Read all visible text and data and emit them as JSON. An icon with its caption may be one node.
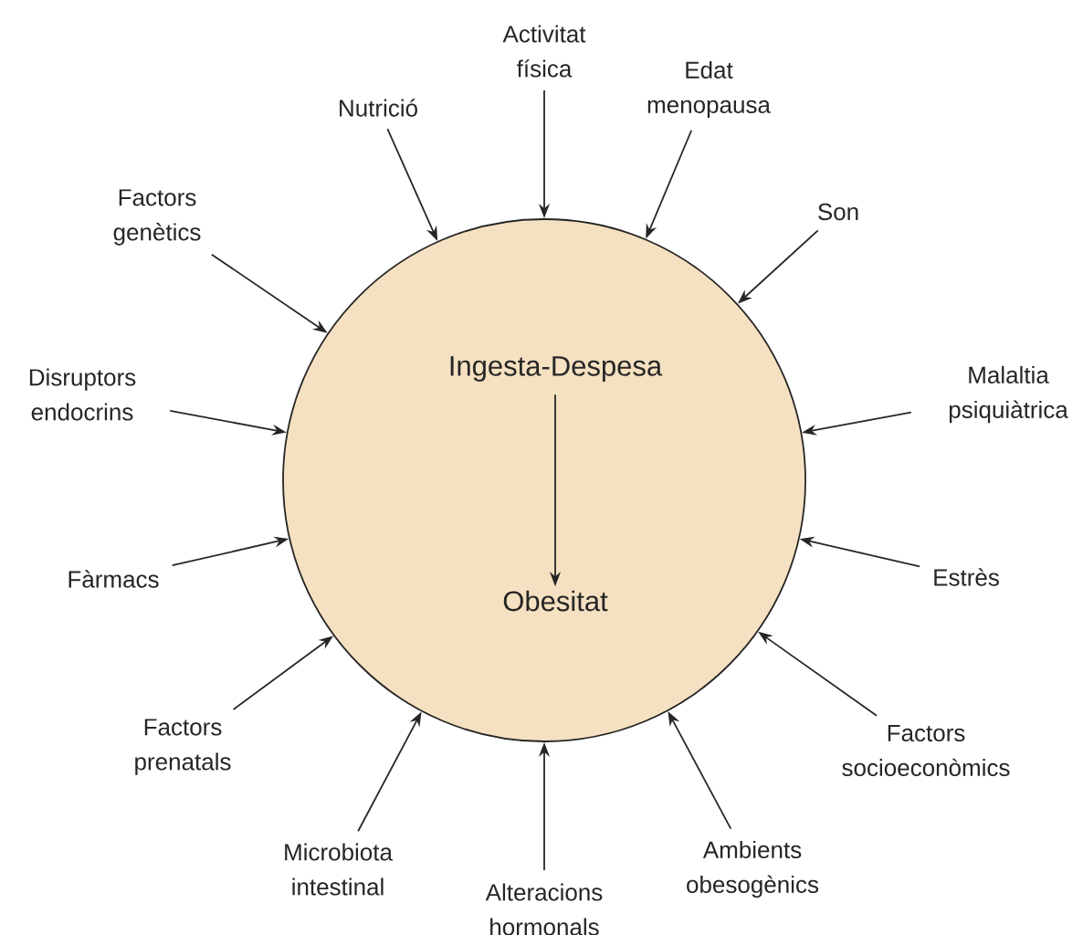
{
  "diagram": {
    "nodes": [
      {
        "text": [],
        "shape": "circle"
      },
      {
        "text": [
          "Ingesta-Despesa"
        ],
        "in": 0
      },
      {
        "text": [
          "Obesitat"
        ],
        "in": 0
      },
      {
        "text": [
          "Activitat física"
        ]
      },
      {
        "text": [
          "Nutrició"
        ]
      },
      {
        "text": [
          "Edat menopausa"
        ]
      },
      {
        "text": [
          "Factors genètics"
        ]
      },
      {
        "text": [
          "Son"
        ]
      },
      {
        "text": [
          "Disruptors endocrins"
        ]
      },
      {
        "text": [
          "Malaltia psiquiàtrica"
        ]
      },
      {
        "text": [
          "Fàrmacs"
        ]
      },
      {
        "text": [
          "Estrès"
        ]
      },
      {
        "text": [
          "Factors prenatals"
        ]
      },
      {
        "text": [
          "Factors socioeconòmics"
        ]
      },
      {
        "text": [
          "Microbiota intestinal"
        ]
      },
      {
        "text": [
          "Ambients obesogènics"
        ]
      },
      {
        "text": [
          "Alteracions hormonals"
        ]
      }
    ],
    "edges": [
      {
        "from": 1,
        "to": 2,
        "arrow": "to"
      },
      {
        "from": 3,
        "to": 0,
        "arrow": "to"
      },
      {
        "from": 4,
        "to": 0,
        "arrow": "to"
      },
      {
        "from": 5,
        "to": 0,
        "arrow": "to"
      },
      {
        "from": 6,
        "to": 0,
        "arrow": "to"
      },
      {
        "from": 7,
        "to": 0,
        "arrow": "to"
      },
      {
        "from": 8,
        "to": 0,
        "arrow": "to"
      },
      {
        "from": 9,
        "to": 0,
        "arrow": "to"
      },
      {
        "from": 10,
        "to": 0,
        "arrow": "to"
      },
      {
        "from": 11,
        "to": 0,
        "arrow": "to"
      },
      {
        "from": 12,
        "to": 0,
        "arrow": "to"
      },
      {
        "from": 13,
        "to": 0,
        "arrow": "to"
      },
      {
        "from": 14,
        "to": 0,
        "arrow": "to"
      },
      {
        "from": 15,
        "to": 0,
        "arrow": "to"
      },
      {
        "from": 16,
        "to": 0,
        "arrow": "to"
      }
    ]
  }
}
